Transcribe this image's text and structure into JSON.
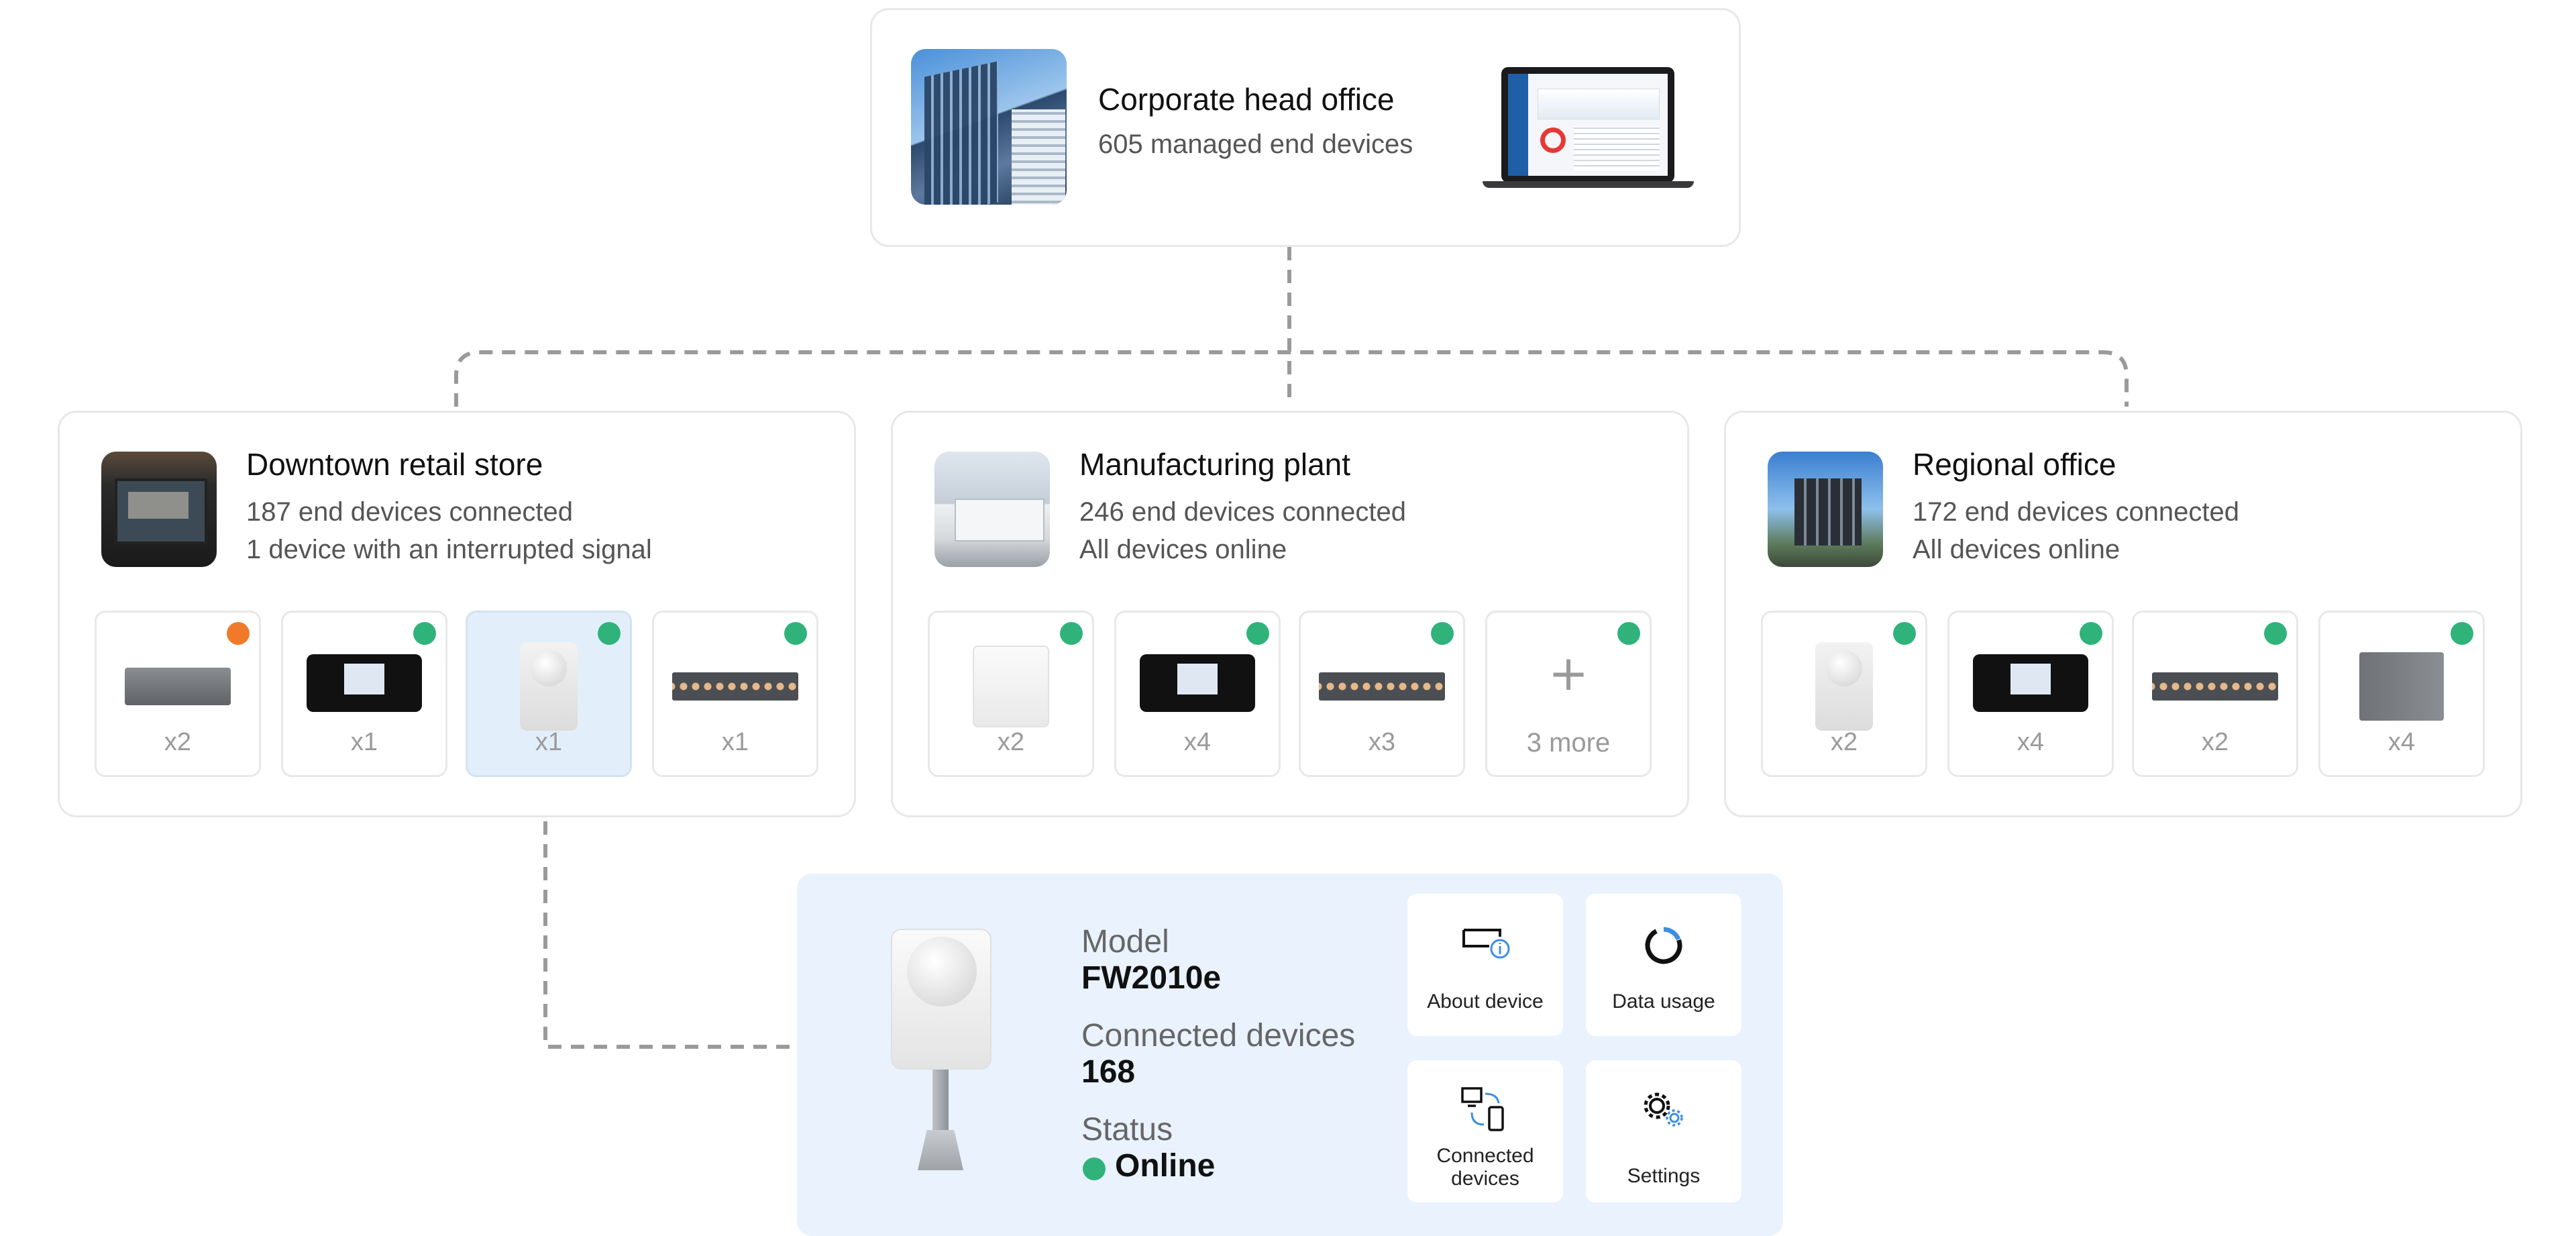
{
  "head_office": {
    "title": "Corporate head office",
    "subtitle": "605 managed end devices"
  },
  "sites": [
    {
      "title": "Downtown retail store",
      "line1": "187 end devices connected",
      "line2": "1 device with an interrupted signal",
      "devices": [
        {
          "icon": "gray-box-router-icon",
          "count": "x2",
          "status": "warning"
        },
        {
          "icon": "touchscreen-gateway-icon",
          "count": "x1",
          "status": "online"
        },
        {
          "icon": "outdoor-router-icon",
          "count": "x1",
          "status": "online"
        },
        {
          "icon": "network-switch-icon",
          "count": "x1",
          "status": "online"
        }
      ]
    },
    {
      "title": "Manufacturing plant",
      "line1": "246 end devices connected",
      "line2": "All devices online",
      "devices": [
        {
          "icon": "white-access-point-icon",
          "count": "x2",
          "status": "online"
        },
        {
          "icon": "touchscreen-gateway-icon",
          "count": "x4",
          "status": "online"
        },
        {
          "icon": "network-switch-icon",
          "count": "x3",
          "status": "online"
        },
        {
          "icon": "plus-icon",
          "count": "3 more",
          "status": "online"
        }
      ]
    },
    {
      "title": "Regional office",
      "line1": "172 end devices connected",
      "line2": "All devices online",
      "devices": [
        {
          "icon": "outdoor-router-icon",
          "count": "x2",
          "status": "online"
        },
        {
          "icon": "touchscreen-gateway-icon",
          "count": "x4",
          "status": "online"
        },
        {
          "icon": "network-switch-icon",
          "count": "x2",
          "status": "online"
        },
        {
          "icon": "gray-cabinet-icon",
          "count": "x4",
          "status": "online"
        }
      ]
    }
  ],
  "detail": {
    "model_label": "Model",
    "model_value": "FW2010e",
    "connected_label": "Connected devices",
    "connected_value": "168",
    "status_label": "Status",
    "status_value": "Online",
    "actions": {
      "about": "About device",
      "usage": "Data usage",
      "connected": "Connected devices",
      "settings": "Settings"
    }
  },
  "colors": {
    "online": "#2fb37a",
    "warning": "#f07a2a",
    "selected_bg": "#e3eefb",
    "panel_bg": "#e9f2fd",
    "accent_blue": "#3d8fe0"
  }
}
